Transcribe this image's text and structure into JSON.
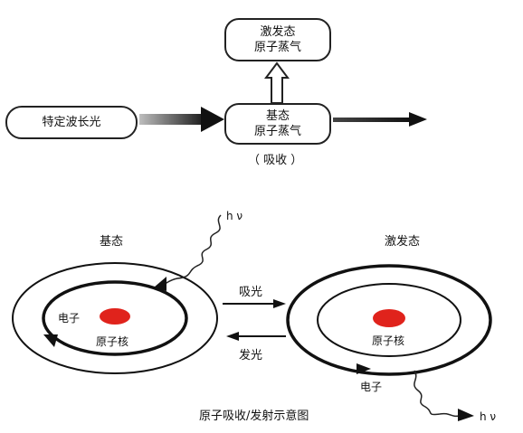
{
  "flow": {
    "excited_box": {
      "line1": "激发态",
      "line2": "原子蒸气"
    },
    "ground_box": {
      "line1": "基态",
      "line2": "原子蒸气"
    },
    "light_box": "特定波长光",
    "absorb_caption": "（ 吸收 ）"
  },
  "atoms": {
    "ground_label": "基态",
    "excited_label": "激发态",
    "photon_in": "h ν",
    "photon_out": "h ν",
    "electron_left": "电子",
    "nucleus_left": "原子核",
    "electron_right": "电子",
    "nucleus_right": "原子核",
    "absorb": "吸光",
    "emit": "发光",
    "nucleus_color": "#e0231c"
  },
  "caption": "原子吸收/发射示意图"
}
